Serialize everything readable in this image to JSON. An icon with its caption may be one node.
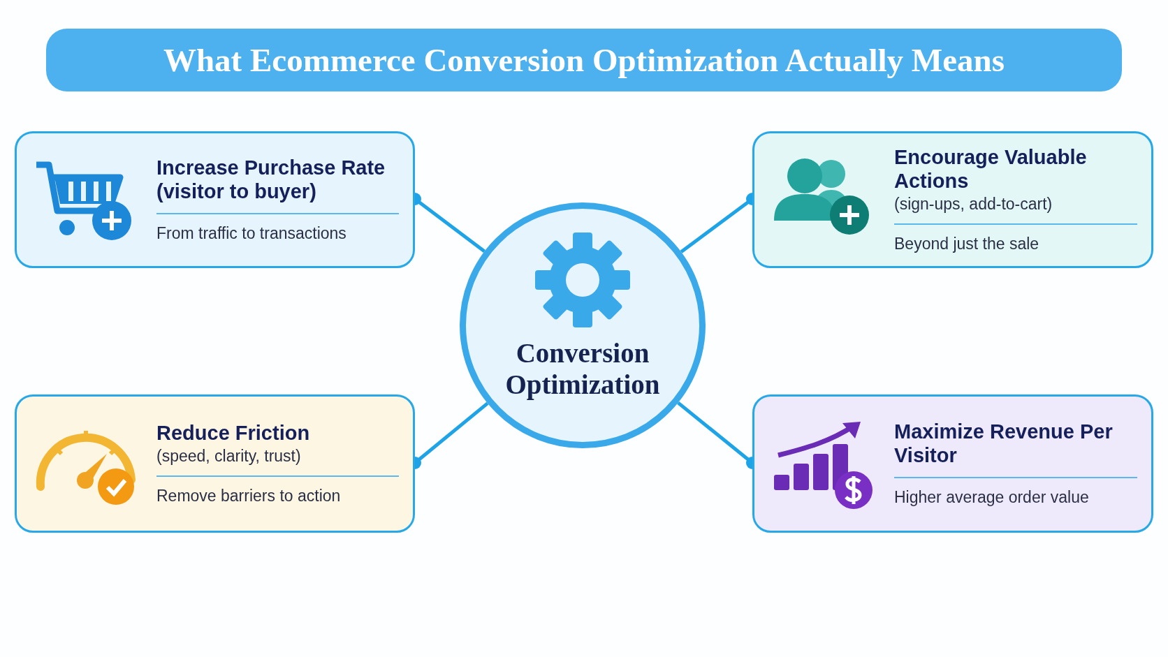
{
  "diagram": {
    "title": "What Ecommerce Conversion Optimization Actually Means",
    "nodes": [
      {
        "text": [
          "Increase Purchase Rate (visitor to buyer)",
          "From traffic to transactions"
        ]
      },
      {
        "text": [
          "Encourage Valuable Actions",
          "(sign-ups, add-to-cart)",
          "Beyond just the sale"
        ]
      },
      {
        "text": [
          "Conversion Optimization"
        ]
      },
      {
        "text": [
          "Reduce Friction",
          "(speed, clarity, trust)",
          "Remove barriers to action"
        ]
      },
      {
        "text": [
          "Maximize Revenue Per Visitor",
          "Higher average order value"
        ]
      }
    ],
    "edges": [
      {
        "from": 2,
        "to": 0,
        "arrow": "other"
      },
      {
        "from": 2,
        "to": 1,
        "arrow": "other"
      },
      {
        "from": 2,
        "to": 3,
        "arrow": "other"
      },
      {
        "from": 2,
        "to": 4,
        "arrow": "other"
      }
    ]
  }
}
